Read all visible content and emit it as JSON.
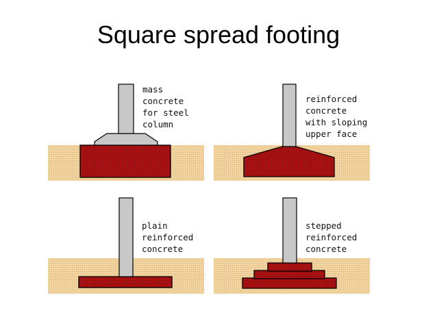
{
  "title": "Square spread footing",
  "panels": [
    {
      "lines": [
        "mass",
        "concrete",
        "for steel",
        "column"
      ]
    },
    {
      "lines": [
        "reinforced",
        "concrete",
        "with sloping",
        "upper face"
      ]
    },
    {
      "lines": [
        "plain",
        "reinforced",
        "concrete"
      ]
    },
    {
      "lines": [
        "stepped",
        "reinforced",
        "concrete"
      ]
    }
  ],
  "colors": {
    "soil": "#f0d098",
    "concrete": "#a01010",
    "column": "#c8c8c8"
  }
}
